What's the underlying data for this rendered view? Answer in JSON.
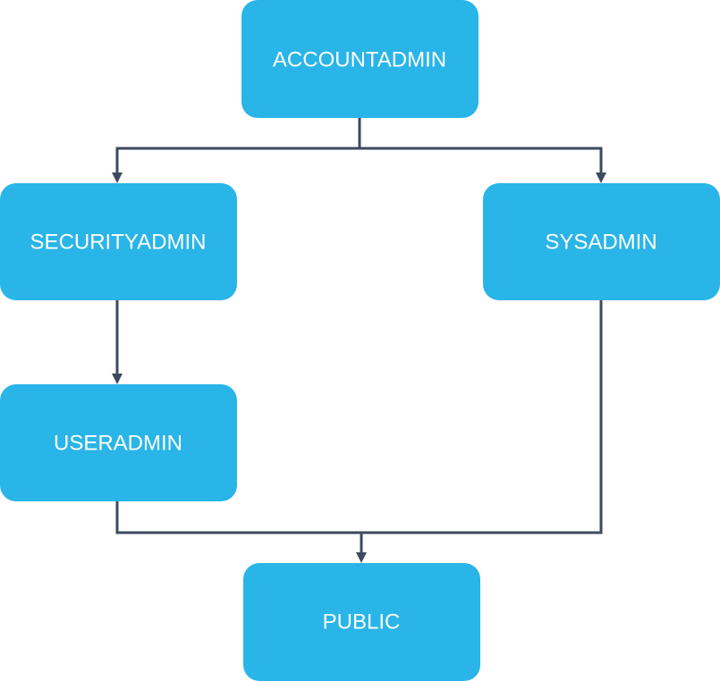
{
  "diagram": {
    "node_color": "#29b5e8",
    "connector_color": "#3d4a5f",
    "nodes": {
      "accountadmin": "ACCOUNTADMIN",
      "securityadmin": "SECURITYADMIN",
      "sysadmin": "SYSADMIN",
      "useradmin": "USERADMIN",
      "public": "PUBLIC"
    },
    "edges": [
      {
        "from": "accountadmin",
        "to": "securityadmin"
      },
      {
        "from": "accountadmin",
        "to": "sysadmin"
      },
      {
        "from": "securityadmin",
        "to": "useradmin"
      },
      {
        "from": "useradmin",
        "to": "public"
      },
      {
        "from": "sysadmin",
        "to": "public"
      }
    ]
  }
}
